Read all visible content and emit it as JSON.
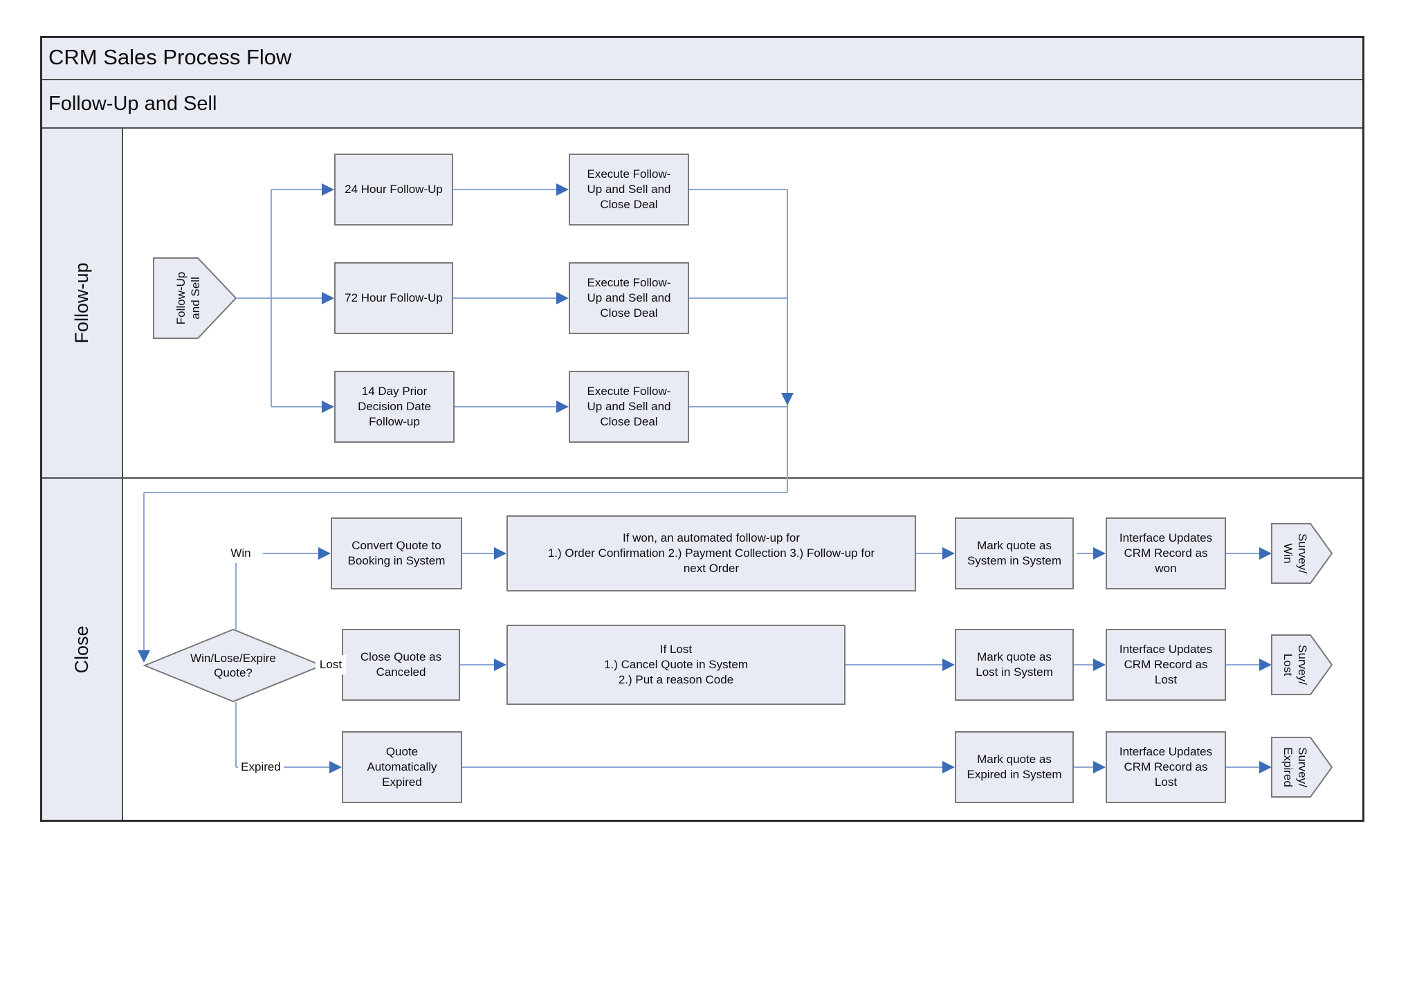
{
  "title": "CRM Sales Process Flow",
  "subtitle": "Follow-Up and Sell",
  "lanes": {
    "followup": "Follow-up",
    "close": "Close"
  },
  "followup": {
    "start": "Follow-Up\nand Sell",
    "step_24": "24 Hour Follow-Up",
    "step_72": "72 Hour Follow-Up",
    "step_14day": "14 Day Prior\nDecision Date\nFollow-up",
    "execute": "Execute Follow-\nUp and Sell and\nClose Deal"
  },
  "close": {
    "decision": "Win/Lose/Expire\nQuote?",
    "labels": {
      "win": "Win",
      "lost": "Lost",
      "expired": "Expired"
    },
    "win": {
      "convert": "Convert Quote to\nBooking in System",
      "automation": "If won, an automated follow-up for\n1.) Order Confirmation 2.) Payment Collection 3.) Follow-up for\nnext Order",
      "mark": "Mark quote as\nSystem in System",
      "interface": "Interface Updates\nCRM Record as\nwon",
      "terminal": "Survey/\nWin"
    },
    "lost": {
      "close_quote": "Close Quote as\nCanceled",
      "process": "If Lost\n1.) Cancel Quote in System\n2.) Put a reason Code",
      "mark": "Mark quote as\nLost in System",
      "interface": "Interface Updates\nCRM Record as\nLost",
      "terminal": "Survey/\nLost"
    },
    "expired": {
      "auto_expire": "Quote\nAutomatically\nExpired",
      "mark": "Mark quote as\nExpired in System",
      "interface": "Interface Updates\nCRM Record as\nLost",
      "terminal": "Survey/\nExpired"
    }
  },
  "colors": {
    "shape_fill": "#e9ebf4",
    "shape_border": "#7a7a7a",
    "connector": "#8ba7d4",
    "arrowhead": "#3b6cb8",
    "frame_border": "#2e2e2e"
  }
}
